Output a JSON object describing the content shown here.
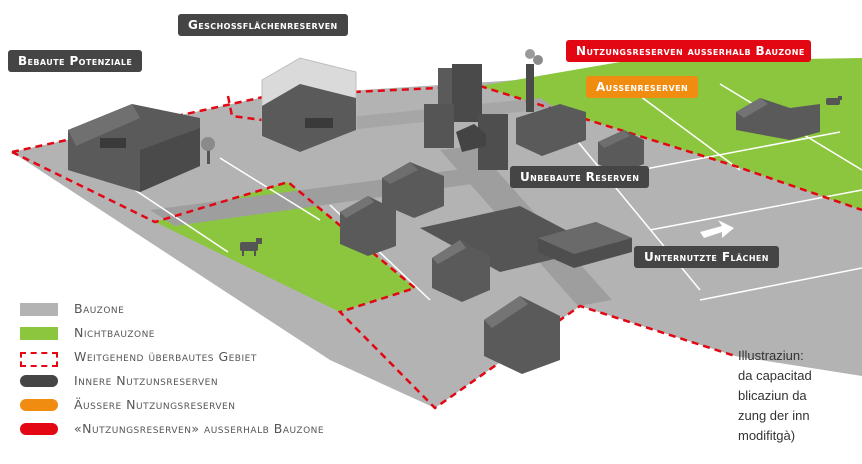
{
  "callouts": {
    "bebaute_potenziale": "Bebaute Potenziale",
    "geschossflaechenreserven": "Geschossflächenreserven",
    "nutzungsreserven_ausserhalb": "Nutzungsreserven ausserhalb Bauzone",
    "aussenreserven": "Aussenreserven",
    "unbebaute_reserven": "Unbebaute Reserven",
    "unternutzte_flaechen": "Unternutzte Flächen"
  },
  "legend": [
    {
      "label": "Bauzone",
      "swatch": "grey-block"
    },
    {
      "label": "Nichtbauzone",
      "swatch": "green-block"
    },
    {
      "label": "Weitgehend überbautes Gebiet",
      "swatch": "red-dashed-outline"
    },
    {
      "label": "Innere Nutzunsreserven",
      "swatch": "dark-grey-pill"
    },
    {
      "label": "Äussere Nutzungsreserven",
      "swatch": "orange-pill"
    },
    {
      "label": "«Nutzungsreserven» ausserhalb Bauzone",
      "swatch": "red-pill"
    }
  ],
  "caption": {
    "lines": [
      "Illustraziun:",
      "da capacitad",
      "blicaziun da",
      "zung der inn",
      "modifitgà)"
    ]
  },
  "colors": {
    "bauzone": "#b3b3b3",
    "bauzone_dark": "#8f8f8f",
    "nichtbauzone": "#8cc63f",
    "dashed_boundary": "#e30613",
    "inner_reserves": "#454545",
    "outer_reserves": "#f08c0f",
    "outside_bauzone": "#e30613"
  }
}
